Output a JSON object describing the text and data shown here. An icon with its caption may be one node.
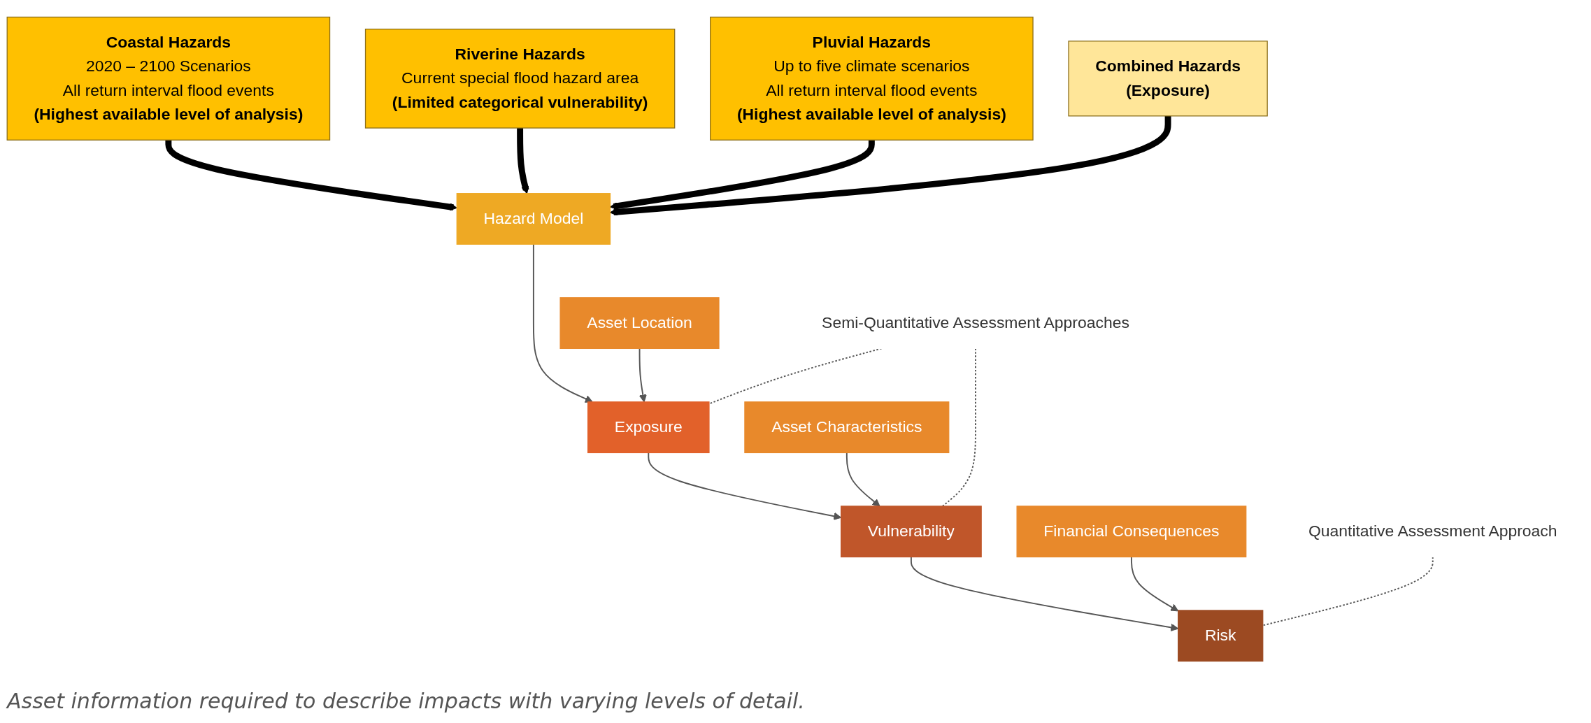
{
  "diagram": {
    "caption": "Asset information required to describe impacts with varying levels of detail.",
    "nodes": [
      {
        "text": [
          "Hazard Model"
        ]
      },
      {
        "text": [
          "Asset Location"
        ]
      },
      {
        "text": [
          "Exposure"
        ]
      },
      {
        "text": [
          "Asset Characteristics"
        ]
      },
      {
        "text": [
          "Vulnerability"
        ]
      },
      {
        "text": [
          "Financial Consequences"
        ]
      },
      {
        "text": [
          "Risk"
        ]
      },
      {
        "text": [
          "Semi-Quantitative Assessment Approaches"
        ]
      },
      {
        "text": [
          "Quantitative Assessment Approach"
        ]
      },
      {
        "text": [
          "Coastal Hazards",
          "2020 – 2100 Scenarios",
          "All return interval flood events",
          "(Highest available level of analysis)"
        ]
      },
      {
        "text": [
          "Riverine Hazards",
          "Current special flood hazard area",
          "(Limited categorical vulnerability)"
        ]
      },
      {
        "text": [
          "Pluvial Hazards",
          "Up to five climate scenarios",
          "All return interval flood events",
          "(Highest available level of analysis)"
        ]
      },
      {
        "text": [
          "Combined Hazards",
          "(Exposure)"
        ]
      }
    ],
    "edges": [
      {
        "from": 0,
        "to": 2,
        "arrow": "to"
      },
      {
        "from": 1,
        "to": 2,
        "arrow": "to"
      },
      {
        "from": 2,
        "to": 4,
        "arrow": "to"
      },
      {
        "from": 3,
        "to": 4,
        "arrow": "to"
      },
      {
        "from": 4,
        "to": 6,
        "arrow": "to"
      },
      {
        "from": 5,
        "to": 6,
        "arrow": "to"
      },
      {
        "from": 7,
        "to": 2,
        "arrow": "none",
        "style": "dashed"
      },
      {
        "from": 7,
        "to": 4,
        "arrow": "none",
        "style": "dashed"
      },
      {
        "from": 8,
        "to": 6,
        "arrow": "none",
        "style": "dashed"
      },
      {
        "from": 9,
        "to": 0,
        "arrow": "to",
        "style": "thick",
        "color": "#000000"
      },
      {
        "from": 10,
        "to": 0,
        "arrow": "to",
        "style": "thick",
        "color": "#000000"
      },
      {
        "from": 11,
        "to": 0,
        "arrow": "to",
        "style": "thick",
        "color": "#000000"
      },
      {
        "from": 12,
        "to": 0,
        "arrow": "to",
        "style": "thick",
        "color": "#000000"
      }
    ]
  }
}
